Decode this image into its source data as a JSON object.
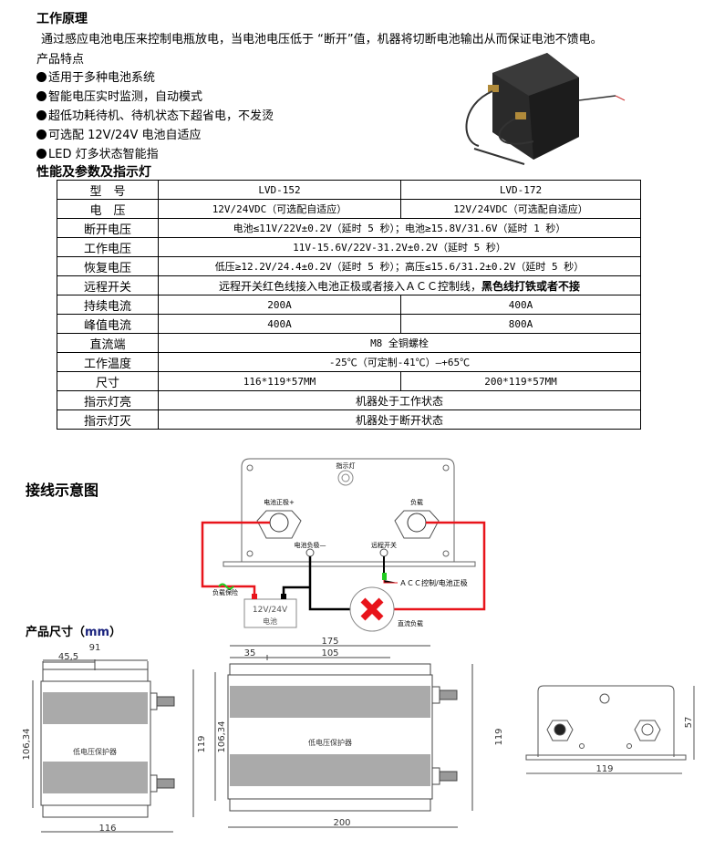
{
  "principle": {
    "title": "工作原理",
    "text": "通过感应电池电压来控制电瓶放电，当电池电压低于 “断开”值，机器将切断电池输出从而保证电池不馈电。"
  },
  "features": {
    "title": "产品特点",
    "items": [
      "适用于多种电池系统",
      "智能电压实时监测，自动模式",
      "超低功耗待机、待机状态下超省电，不发烫",
      "可选配 12V/24V 电池自适应",
      "LED 灯多状态智能指"
    ]
  },
  "product_photo": {
    "label": "低电压保护器"
  },
  "specs": {
    "title": "性能及参数及指示灯",
    "rows": [
      {
        "label": "型　号",
        "a": "LVD-152",
        "b": "LVD-172"
      },
      {
        "label": "电　压",
        "a": "12V/24VDC（可选配自适应）",
        "b": "12V/24VDC（可选配自适应）"
      },
      {
        "label": "断开电压",
        "all": "电池≤11V/22V±0.2V（延时 5 秒）；电池≥15.8V/31.6V（延时 1 秒）"
      },
      {
        "label": "工作电压",
        "all": "11V-15.6V/22V-31.2V±0.2V（延时 5 秒）"
      },
      {
        "label": "恢复电压",
        "all": "低压≥12.2V/24.4±0.2V（延时 5 秒）；高压≤15.6/31.2±0.2V（延时 5 秒）"
      },
      {
        "label": "远程开关",
        "all": "远程开关红色线接入电池正极或者接入ＡＣＣ控制线，",
        "bold": "黑色线打铁或者不接"
      },
      {
        "label": "持续电流",
        "a": "200A",
        "b": "400A"
      },
      {
        "label": "峰值电流",
        "a": "400A",
        "b": "800A"
      },
      {
        "label": "直流端",
        "all": "M8 全铜螺栓"
      },
      {
        "label": "工作温度",
        "all": "-25℃（可定制-41℃）—+65℃"
      },
      {
        "label": "尺寸",
        "a": "116*119*57MM",
        "b": "200*119*57MM"
      },
      {
        "label": "指示灯亮",
        "all": "机器处于工作状态"
      },
      {
        "label": "指示灯灭",
        "all": "机器处于断开状态"
      }
    ]
  },
  "wiring": {
    "title": "接线示意图",
    "indicator": "指示灯",
    "bat_pos": "电池正极+",
    "load": "负载",
    "bat_neg": "电池负极—",
    "remote": "远程开关",
    "acc": "ＡＣＣ控制/电池正极",
    "fuse": "负载保险",
    "battery_v": "12V/24V",
    "battery": "电池",
    "dc_load": "直流负载",
    "colors": {
      "positive": "#e8141b",
      "negative": "#000000",
      "acc": "#22cc22"
    }
  },
  "dimensions": {
    "title": "产品尺寸（",
    "unit": "mm",
    "close": "）",
    "product_label": "低电压保护器",
    "small": {
      "w_top": "91",
      "half": "45,5",
      "h_inner": "106,34",
      "h": "119",
      "w": "116"
    },
    "large": {
      "w_top": "175",
      "offset": "35",
      "pitch": "105",
      "h_inner": "106,34",
      "h": "119",
      "w": "200"
    },
    "front": {
      "h": "57",
      "w": "119"
    }
  }
}
